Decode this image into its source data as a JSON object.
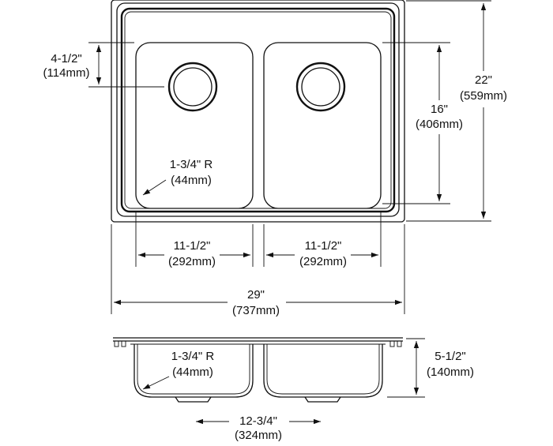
{
  "dimensions": {
    "overall_depth": {
      "inch": "22\"",
      "mm": "(559mm)"
    },
    "bowl_length": {
      "inch": "16\"",
      "mm": "(406mm)"
    },
    "drain_offset": {
      "inch": "4-1/2\"",
      "mm": "(114mm)"
    },
    "corner_radius_top": {
      "inch": "1-3/4\" R",
      "mm": "(44mm)"
    },
    "bowl_width_left": {
      "inch": "11-1/2\"",
      "mm": "(292mm)"
    },
    "bowl_width_right": {
      "inch": "11-1/2\"",
      "mm": "(292mm)"
    },
    "overall_width": {
      "inch": "29\"",
      "mm": "(737mm)"
    },
    "bowl_height": {
      "inch": "5-1/2\"",
      "mm": "(140mm)"
    },
    "corner_radius_side": {
      "inch": "1-3/4\" R",
      "mm": "(44mm)"
    },
    "drain_spacing": {
      "inch": "12-3/4\"",
      "mm": "(324mm)"
    }
  }
}
